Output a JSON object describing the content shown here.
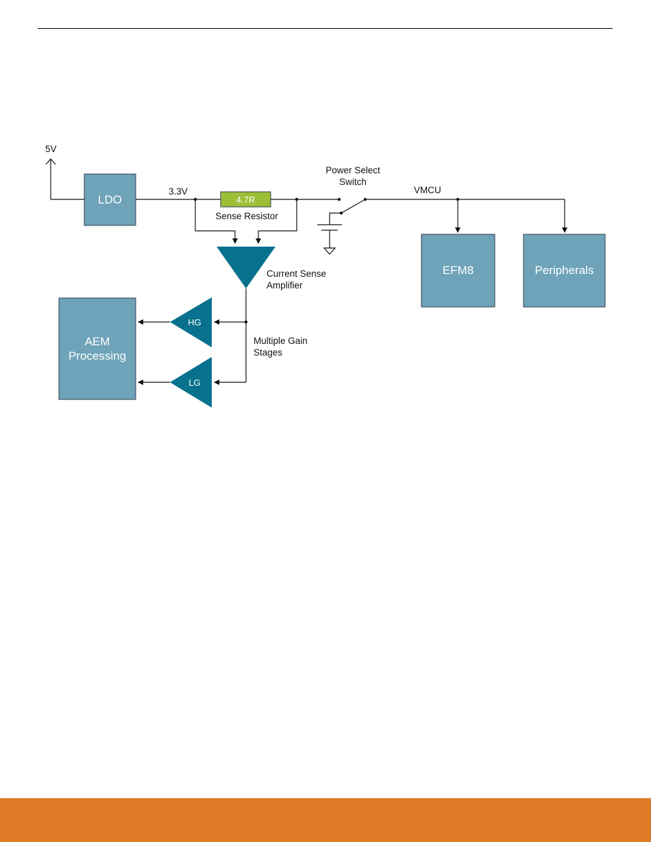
{
  "colors": {
    "block_fill": "#6ea3b9",
    "block_stroke": "#2d3e49",
    "amplifier_fill": "#08718d",
    "resistor_fill": "#9bbf37",
    "footer_bar": "#e07c27",
    "wire": "#111111"
  },
  "diagram": {
    "supply_label": "5V",
    "ldo_label": "LDO",
    "rail_label": "3.3V",
    "resistor_value": "4.7R",
    "resistor_label": "Sense Resistor",
    "switch_label_line1": "Power Select",
    "switch_label_line2": "Switch",
    "vmcu_label": "VMCU",
    "efm8_label": "EFM8",
    "peripherals_label": "Peripherals",
    "amp_label_line1": "Current Sense",
    "amp_label_line2": "Amplifier",
    "hg_label": "HG",
    "lg_label": "LG",
    "gain_label_line1": "Multiple Gain",
    "gain_label_line2": "Stages",
    "aem_label_line1": "AEM",
    "aem_label_line2": "Processing"
  }
}
